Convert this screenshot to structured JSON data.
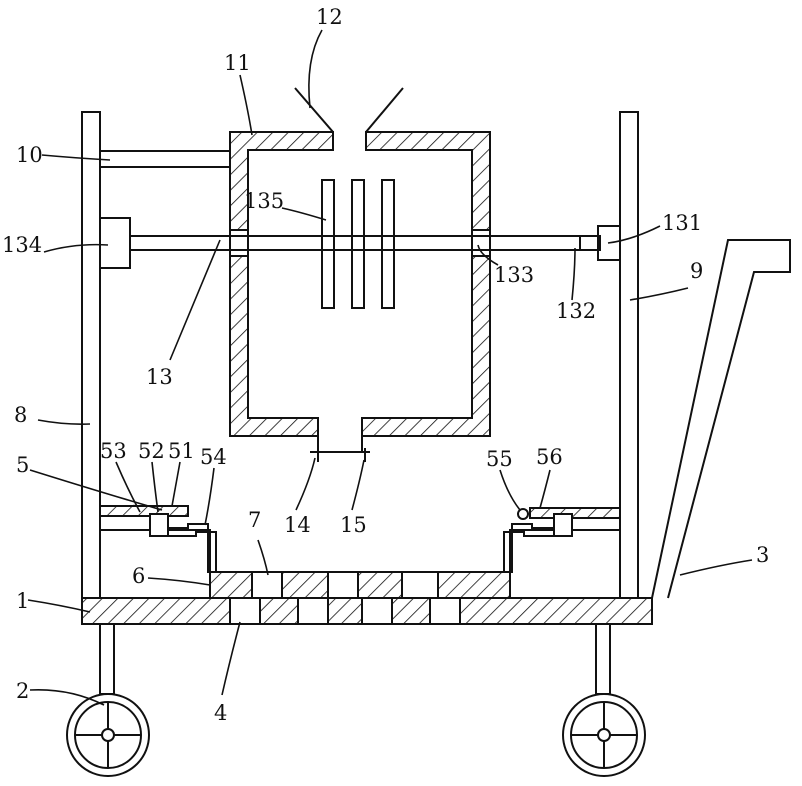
{
  "labels": {
    "l1": "1",
    "l2": "2",
    "l3": "3",
    "l4": "4",
    "l5": "5",
    "l6": "6",
    "l7": "7",
    "l8": "8",
    "l9": "9",
    "l10": "10",
    "l11": "11",
    "l12": "12",
    "l13": "13",
    "l14": "14",
    "l15": "15",
    "l51": "51",
    "l52": "52",
    "l53": "53",
    "l54": "54",
    "l55": "55",
    "l56": "56",
    "l131": "131",
    "l132": "132",
    "l133": "133",
    "l134": "134",
    "l135": "135"
  }
}
